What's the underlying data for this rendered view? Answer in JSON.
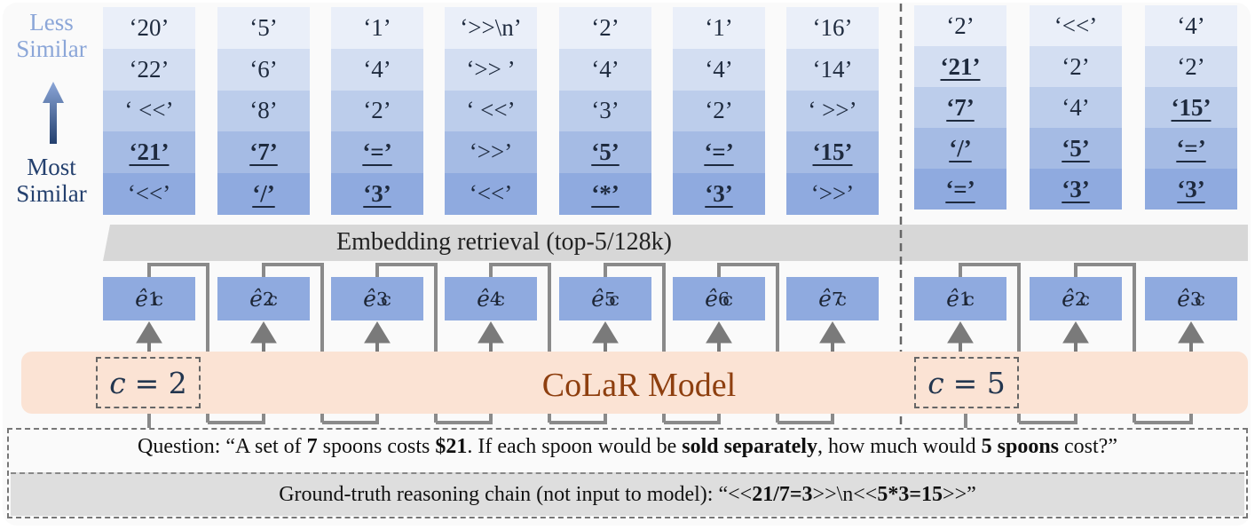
{
  "legend": {
    "less": "Less Similar",
    "most": "Most Similar"
  },
  "columns_left": [
    [
      "‘20’",
      "‘22’",
      "‘ <<’",
      "‘21’",
      "‘<<’"
    ],
    [
      "‘5’",
      "‘6’",
      "‘8’",
      "‘7’",
      "‘/’"
    ],
    [
      "‘1’",
      "‘4’",
      "‘2’",
      "‘=’",
      "‘3’"
    ],
    [
      "‘>>\\n’",
      "‘>> ’",
      "‘ <<’",
      "‘>>’",
      "‘<<’"
    ],
    [
      "‘2’",
      "‘4’",
      "‘3’",
      "‘5’",
      "‘*’"
    ],
    [
      "‘1’",
      "‘4’",
      "‘2’",
      "‘=’",
      "‘3’"
    ],
    [
      "‘16’",
      "‘14’",
      "‘ >>’",
      "‘15’",
      "‘>>’"
    ]
  ],
  "columns_right": [
    [
      "‘2’",
      "‘21’",
      "‘7’",
      "‘/’",
      "‘=’"
    ],
    [
      "‘<<’",
      "‘2’",
      "‘4’",
      "‘5’",
      "‘3’"
    ],
    [
      "‘4’",
      "‘2’",
      "‘15’",
      "‘=’",
      "‘3’"
    ]
  ],
  "bold_left": [
    [
      3
    ],
    [
      3,
      4
    ],
    [
      3,
      4
    ],
    [],
    [
      3,
      4
    ],
    [
      3,
      4
    ],
    [
      3
    ]
  ],
  "bold_right": [
    [
      1,
      2,
      3,
      4
    ],
    [
      3,
      4
    ],
    [
      2,
      3,
      4
    ]
  ],
  "embedding_label": "Embedding retrieval (top-5/128k)",
  "embed_left": [
    "1",
    "2",
    "3",
    "4",
    "5",
    "6",
    "7"
  ],
  "embed_right": [
    "1",
    "2",
    "3"
  ],
  "embed_symbol": "ê",
  "embed_sub": "c",
  "model_label": "CoLaR Model",
  "c_left": {
    "var": "c",
    "eq": "= 2"
  },
  "c_right": {
    "var": "c",
    "eq": "= 5"
  },
  "question": {
    "p1": "Question: “A set of ",
    "b1": "7",
    "p2": " spoons costs ",
    "b2": "$21",
    "p3": ". If each spoon would be ",
    "b3": "sold separately",
    "p4": ", how much would ",
    "b4": "5 spoons",
    "p5": " cost?”"
  },
  "ground_truth": {
    "p1": "Ground-truth reasoning chain (not input to model): “<<",
    "b1": "21/7=3",
    "p2": ">>\\n<<",
    "b2": "5*3=15",
    "p3": ">>”"
  },
  "colors": {
    "row1": "#eaeff9",
    "row2": "#d3def2",
    "row3": "#bccdeb",
    "row4": "#a5bbe4",
    "row5": "#8faadf",
    "embed": "#8faadf",
    "model": "#fbe3d4",
    "model_text": "#8e3f0f"
  }
}
